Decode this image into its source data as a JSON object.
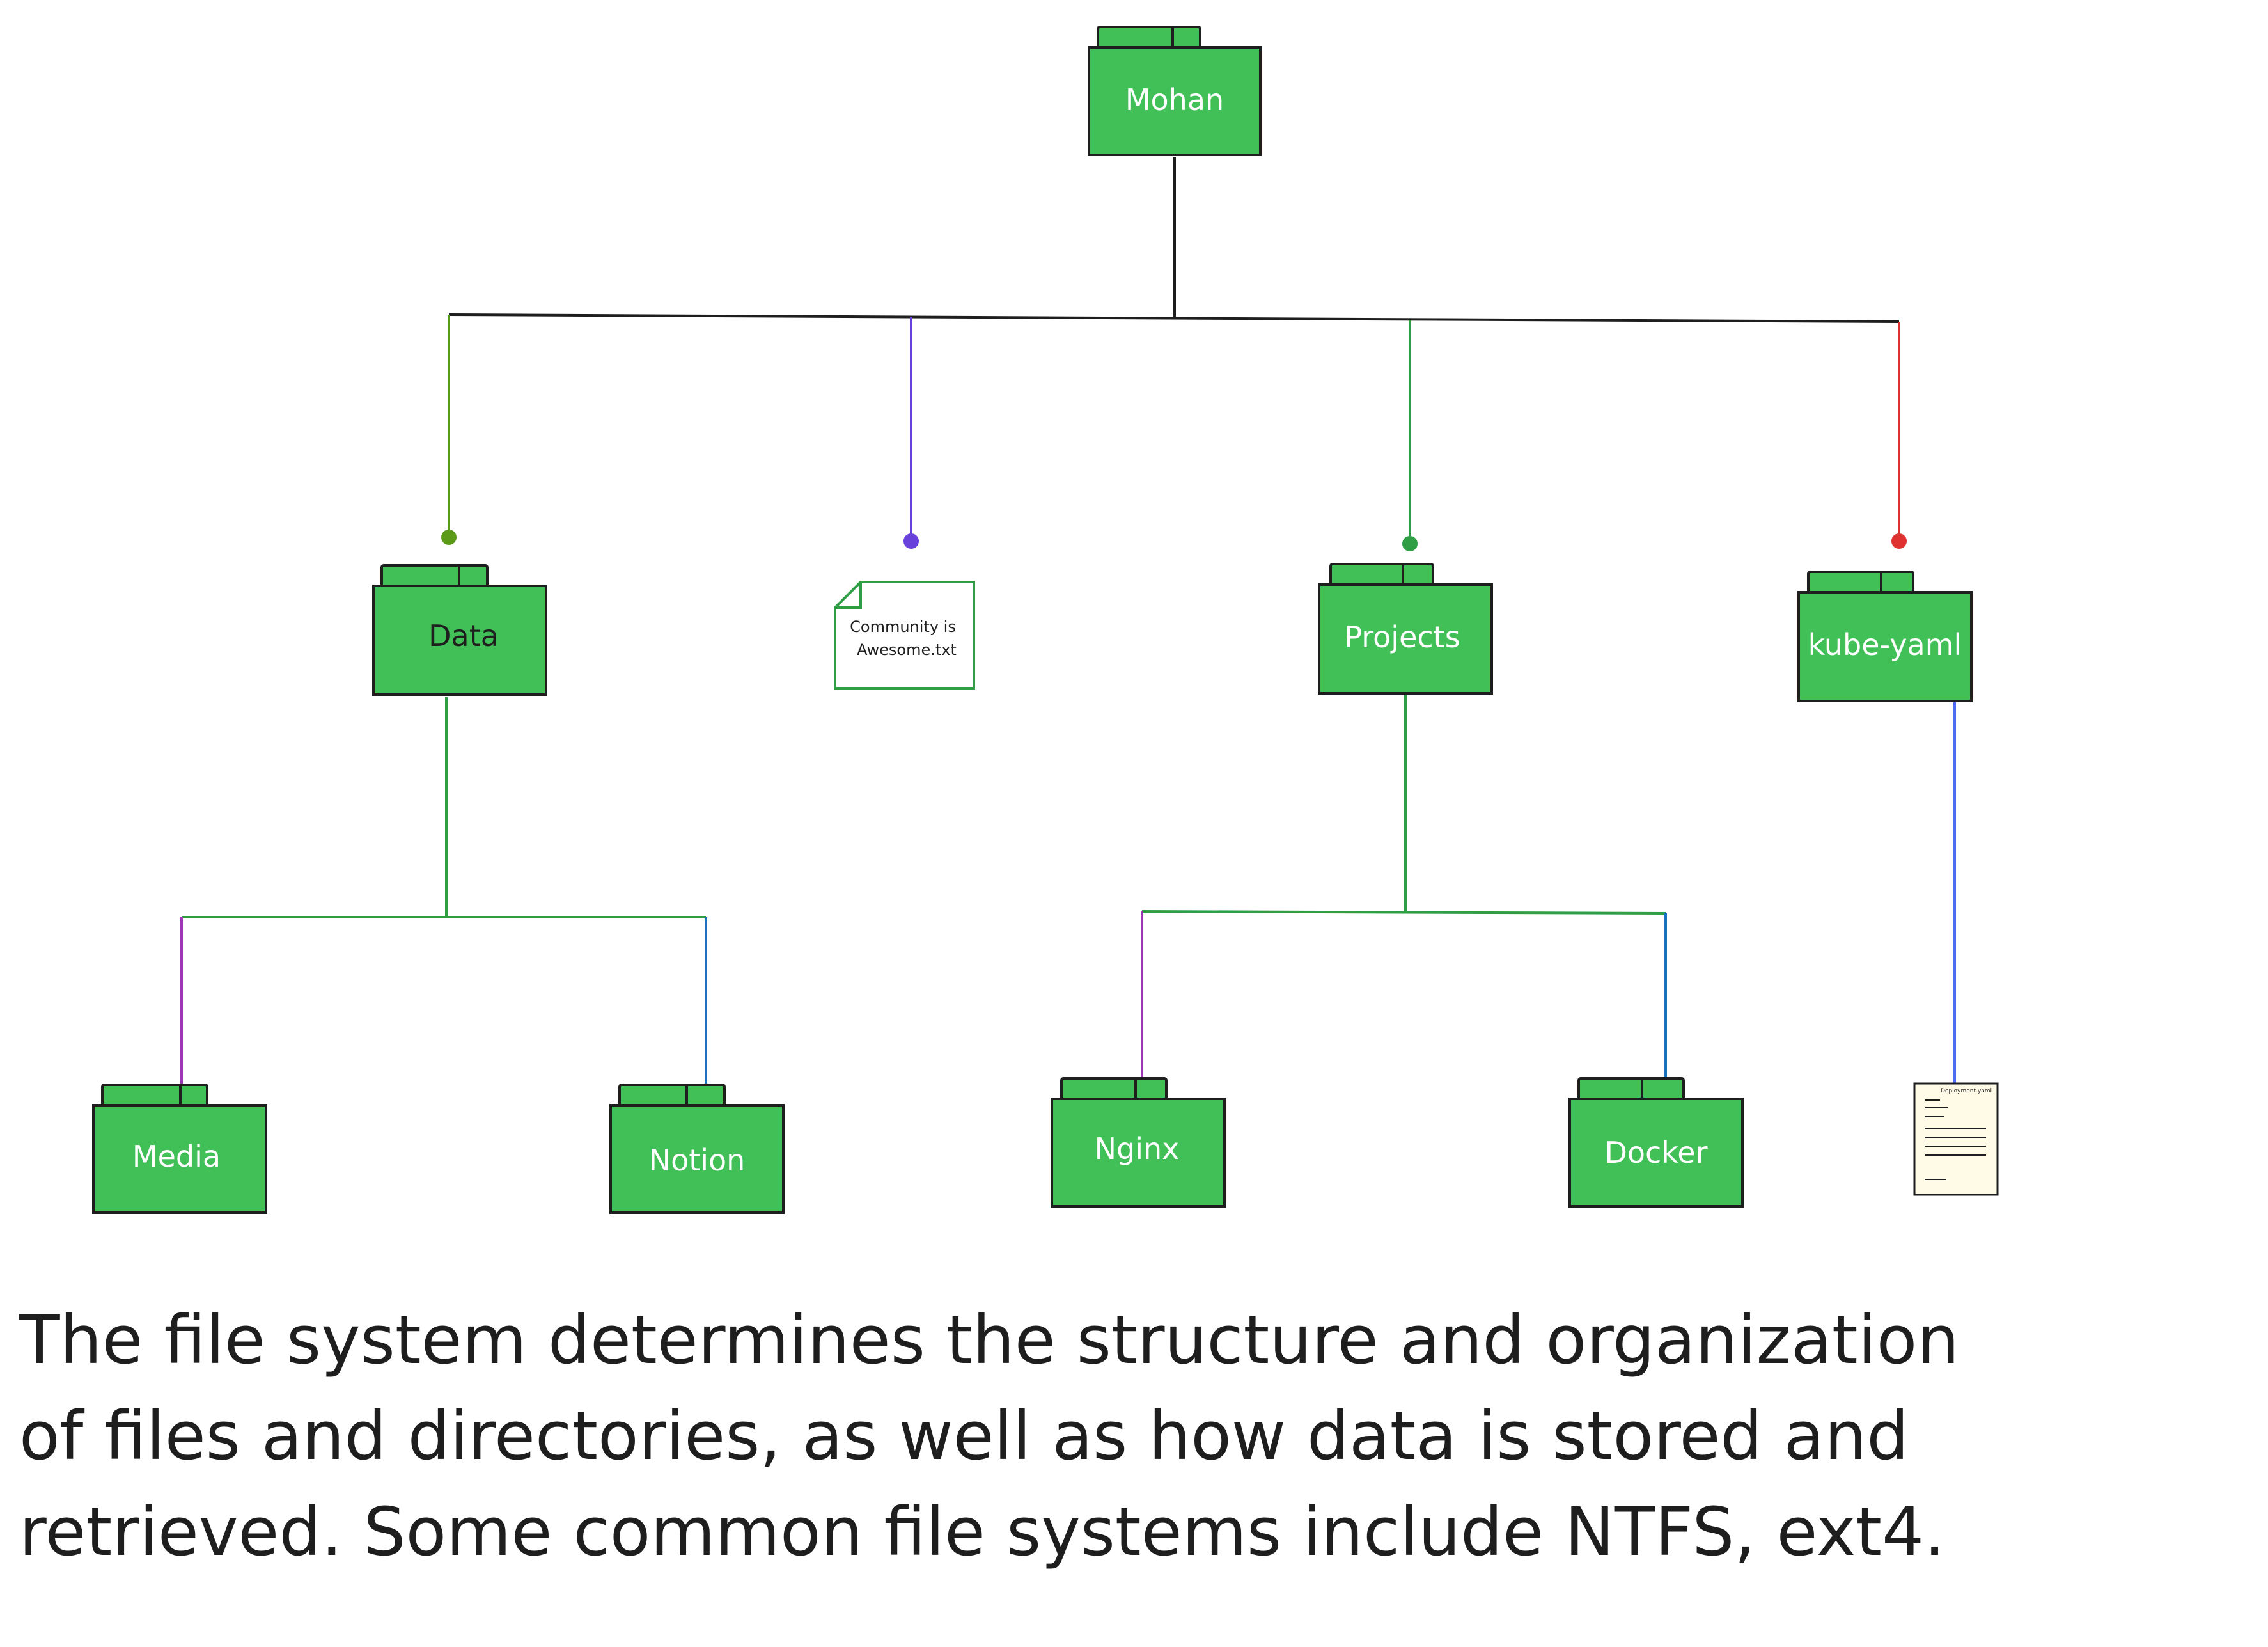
{
  "tree": {
    "root": {
      "label": "Mohan"
    },
    "level1": [
      {
        "label": "Data",
        "kind": "folder",
        "connector_color": "#5b9a16"
      },
      {
        "label_line1": "Community is",
        "label_line2": "Awesome.txt",
        "kind": "file",
        "connector_color": "#6741d9"
      },
      {
        "label": "Projects",
        "kind": "folder",
        "connector_color": "#2f9e44"
      },
      {
        "label": "kube-yaml",
        "kind": "folder",
        "connector_color": "#e03131"
      }
    ],
    "data_children": [
      {
        "label": "Media",
        "connector_color": "#9c36b5"
      },
      {
        "label": "Notion",
        "connector_color": "#1971c2"
      }
    ],
    "projects_children": [
      {
        "label": "Nginx",
        "connector_color": "#9c36b5"
      },
      {
        "label": "Docker",
        "connector_color": "#1971c2"
      }
    ],
    "kube_children": [
      {
        "label": "Deployment.yaml",
        "kind": "document",
        "connector_color": "#4c6ef5"
      }
    ]
  },
  "colors": {
    "folder_fill": "#40c057",
    "folder_stroke": "#1e1e1e",
    "document_fill": "#fffbe6"
  },
  "caption": {
    "line1": "The file system determines the structure and organization",
    "line2": "of files and directories, as well as how data is stored and",
    "line3": "retrieved. Some common file systems include NTFS, ext4."
  }
}
